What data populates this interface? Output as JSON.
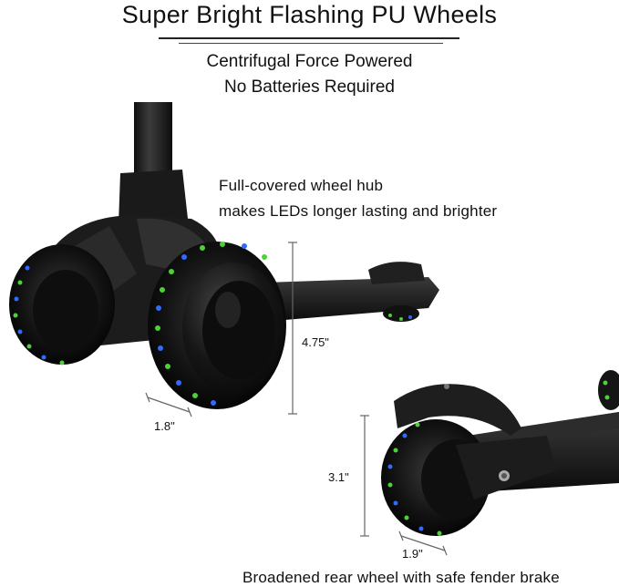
{
  "header": {
    "title": "Super Bright Flashing PU Wheels",
    "subtitle_line1": "Centrifugal Force Powered",
    "subtitle_line2": "No Batteries Required"
  },
  "callouts": {
    "hub_line1": "Full-covered wheel hub",
    "hub_line2": "makes LEDs longer lasting and brighter",
    "caption": "Broadened rear wheel with safe fender brake"
  },
  "dimensions": {
    "front_height": "4.75\"",
    "front_width": "1.8\"",
    "rear_height": "3.1\"",
    "rear_width": "1.9\""
  },
  "colors": {
    "scooter_black": "#1a1a1a",
    "led_green": "#4cd137",
    "led_blue": "#2f6bff"
  }
}
